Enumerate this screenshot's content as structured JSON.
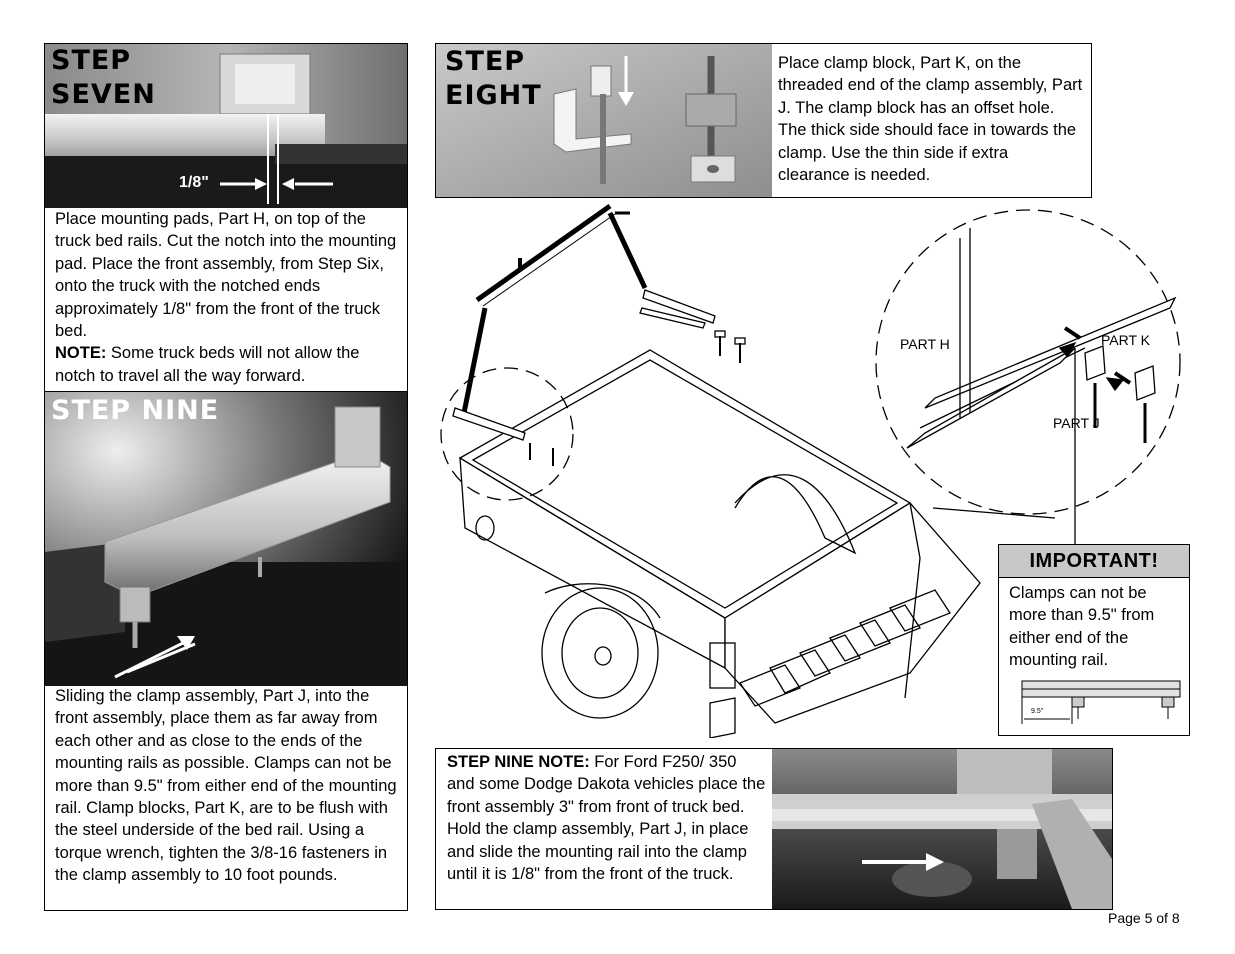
{
  "step7": {
    "title_line1": "STEP",
    "title_line2": "SEVEN",
    "measure_label": "1/8\"",
    "text": "Place mounting pads, Part H, on top of the truck bed rails.  Cut the notch into the mounting pad.  Place the front assembly, from Step Six, onto the truck with the notched ends approximately 1/8\" from the front of the truck bed.",
    "note_label": "NOTE:",
    "note_text": " Some truck beds will not allow the notch to travel all the way forward."
  },
  "step8": {
    "title_line1": "STEP",
    "title_line2": "EIGHT",
    "text": "Place clamp block, Part K, on the threaded end of the clamp assembly, Part J.  The clamp block has an offset hole.  The thick side should face in towards the clamp.  Use the thin side if extra clearance is needed."
  },
  "step9": {
    "title": "STEP  NINE",
    "text": "Sliding the  clamp assembly, Part J, into the front assembly, place them as far away from each other and as close to the ends of the mounting rails as possible.  Clamps can not be more than 9.5\" from either end of the mounting rail.  Clamp blocks, Part K, are to be flush with the steel underside of the bed rail.  Using a torque wrench, tighten the 3/8-16 fasteners in the clamp assembly to 10 foot pounds."
  },
  "diagram": {
    "part_h": "PART H",
    "part_k": "PART K",
    "part_j": "PART J"
  },
  "important": {
    "title": "IMPORTANT!",
    "text": "Clamps can not be more than 9.5\" from either end of the mounting rail.",
    "measure": "9.5\""
  },
  "step9_note": {
    "label": "STEP NINE NOTE:",
    "text": "  For Ford F250/ 350 and some Dodge Dakota vehicles place the front assembly 3\" from front of truck bed.  Hold the clamp assembly, Part J, in place and slide the mounting rail into the clamp until it is 1/8\" from the front of the truck."
  },
  "footer": {
    "page": "Page 5 of 8"
  }
}
